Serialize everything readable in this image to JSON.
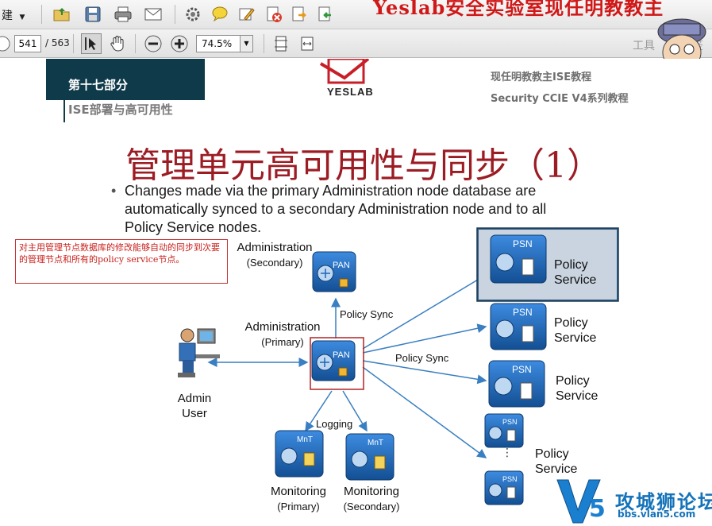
{
  "toolbar": {
    "create_label": "建",
    "page_current": "541",
    "page_total": "/ 563",
    "zoom": "74.5%",
    "tools_label": "工具",
    "sign_label": "签",
    "watermark": "Yeslab安全实验室现任明教教主"
  },
  "header": {
    "section_num": "第十七部分",
    "section_title": "ISE部署与高可用性",
    "brand": "YESLAB",
    "course_line1": "现任明教教主ISE教程",
    "course_line2": "Security CCIE V4系列教程"
  },
  "slide": {
    "title": "管理单元高可用性与同步（1）",
    "bullet_dot": "•",
    "bullet_line1": "Changes made via the primary Administration node database are",
    "bullet_line2": "automatically synced to a secondary Administration node and to all",
    "bullet_line3": "Policy Service nodes.",
    "callout": "对主用管理节点数据库的修改能够自动的同步到次要的管理节点和所有的policy service节点。"
  },
  "diagram": {
    "admin_secondary": "Administration",
    "admin_secondary_sub": "(Secondary)",
    "admin_primary": "Administration",
    "admin_primary_sub": "(Primary)",
    "admin_user_1": "Admin",
    "admin_user_2": "User",
    "policy_sync_1": "Policy Sync",
    "policy_sync_2": "Policy Sync",
    "logging": "Logging",
    "mon_primary": "Monitoring",
    "mon_primary_sub": "(Primary)",
    "mon_secondary": "Monitoring",
    "mon_secondary_sub": "(Secondary)",
    "pan_label": "PAN",
    "psn_label": "PSN",
    "mnt_label": "MnT",
    "policy_1": "Policy",
    "service_1": "Service",
    "policy_2": "Policy",
    "service_2": "Service",
    "policy_3": "Policy",
    "service_3": "Service",
    "policy_4": "Policy",
    "service_4": "Service"
  },
  "footer": {
    "forum_name": "攻城狮论坛",
    "forum_url": "bbs.vlan5.com",
    "v5": "V5"
  },
  "colors": {
    "title_red": "#9c1c24",
    "section_bg": "#0f3a4a",
    "node_blue": "#1f66b3",
    "arrow_blue": "#3a7fc1",
    "forum_blue": "#1573b9"
  }
}
